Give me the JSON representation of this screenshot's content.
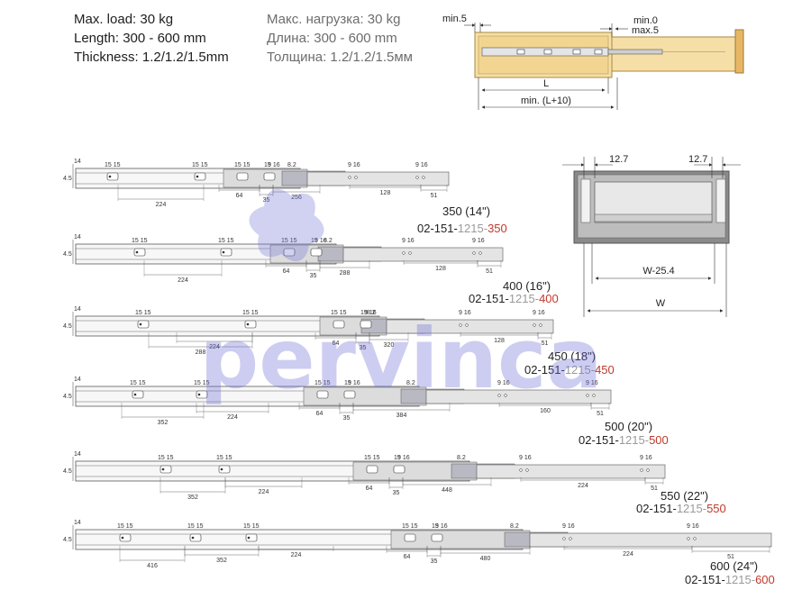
{
  "brand": "pervinca",
  "specs_en": [
    "Max. load: 30 kg",
    "Length: 300 - 600 mm",
    "Thickness: 1.2/1.2/1.5mm"
  ],
  "specs_ru": [
    "Макс. нагрузка: 30 kg",
    "Длина: 300 - 600 mm",
    "Толщина: 1.2/1.2/1.5мм"
  ],
  "side_view": {
    "min5": "min.5",
    "min0": "min.0",
    "max5": "max.5",
    "L": "L",
    "minL10": "min. (L+10)"
  },
  "cross_section": {
    "left": "12.7",
    "right": "12.7",
    "inner": "W-25.4",
    "outer": "W"
  },
  "code_parts": {
    "prefix": "02-151-",
    "series": "1215-"
  },
  "colors": {
    "series": "#9a9a9a",
    "length": "#c0392b",
    "watermark": "#6f6fd6"
  },
  "common_labels": {
    "d14": "14",
    "d45": "4.5",
    "d1515": "15 15",
    "d15": "15",
    "d82": "8.2",
    "d916": "9 16",
    "d64": "64",
    "d35": "35",
    "d51": "51"
  },
  "rails": [
    {
      "size": "350 (14\")",
      "len": "350",
      "d1": "224",
      "d2": "256",
      "d3": "128"
    },
    {
      "size": "400 (16\")",
      "len": "400",
      "d1": "224",
      "d2": "288",
      "d3": "128"
    },
    {
      "size": "450 (18\")",
      "len": "450",
      "d1": "288",
      "d1b": "224",
      "d2": "320",
      "d3": "128"
    },
    {
      "size": "500 (20\")",
      "len": "500",
      "d1": "352",
      "d1b": "224",
      "d2": "384",
      "d3": "160"
    },
    {
      "size": "550 (22\")",
      "len": "550",
      "d1": "352",
      "d1b": "224",
      "d2": "448",
      "d3": "224"
    },
    {
      "size": "600 (24\")",
      "len": "600",
      "d1": "416",
      "d1b": "352",
      "d1c": "224",
      "d2": "480",
      "d3": "224"
    }
  ]
}
